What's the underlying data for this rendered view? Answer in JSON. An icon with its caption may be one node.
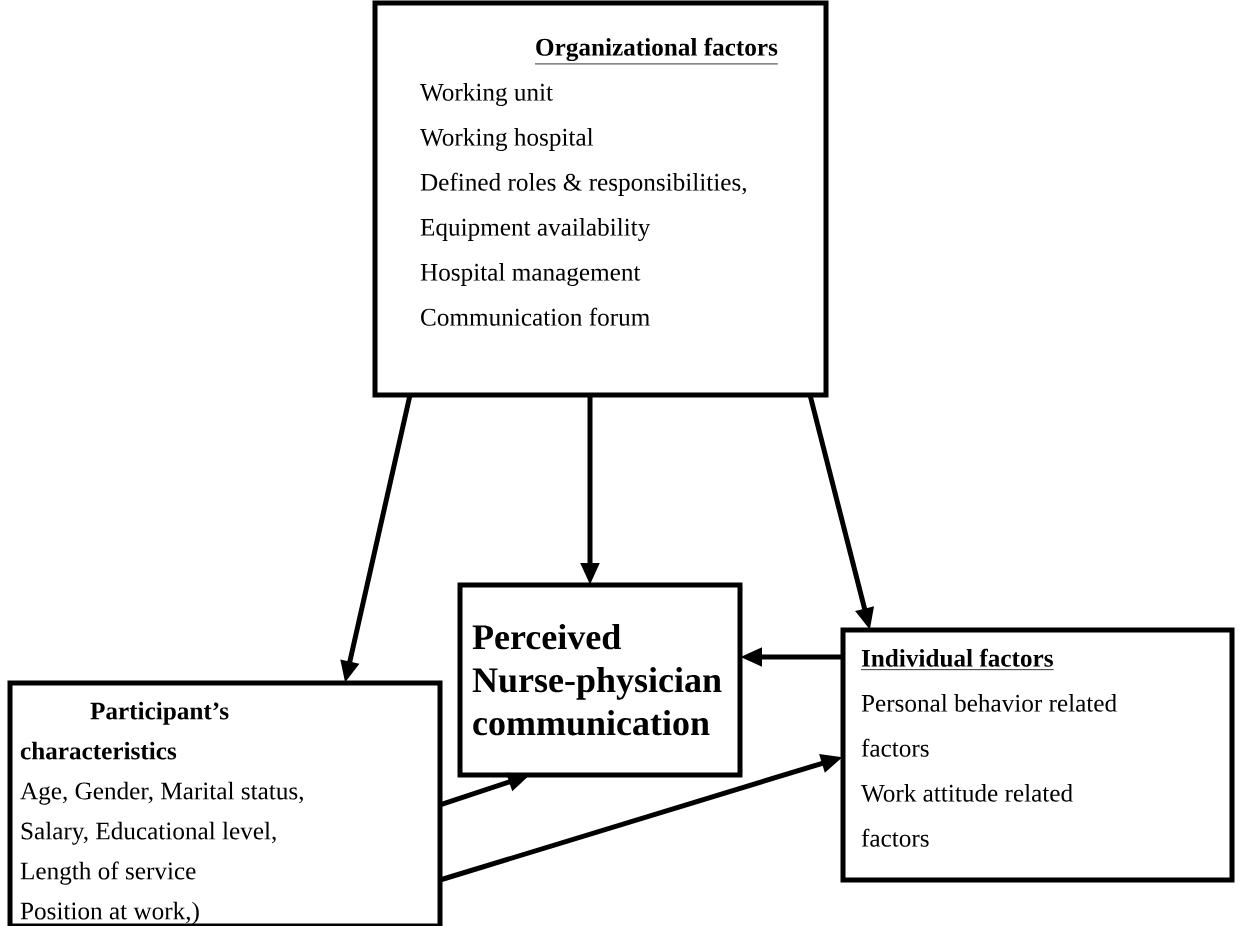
{
  "diagram": {
    "nodes": [
      {
        "text": [
          "Organizational factors",
          "Working unit",
          "Working hospital",
          "Defined roles & responsibilities,",
          "Equipment availability",
          "Hospital management",
          "Communication forum"
        ]
      },
      {
        "text": [
          "Perceived Nurse-physician communication"
        ]
      },
      {
        "text": [
          "Individual factors",
          "Personal behavior related factors",
          "Work attitude related factors"
        ]
      },
      {
        "text": [
          "Participant’s characteristics",
          "Age, Gender, Marital status,",
          "Salary, Educational level,",
          "Length of service",
          "Position at work,)"
        ]
      }
    ],
    "edges": [
      {
        "from": 0,
        "to": 3,
        "arrow": "to"
      },
      {
        "from": 0,
        "to": 1,
        "arrow": "to"
      },
      {
        "from": 0,
        "to": 2,
        "arrow": "to"
      },
      {
        "from": 2,
        "to": 1,
        "arrow": "to"
      },
      {
        "from": 3,
        "to": 1,
        "arrow": "to"
      },
      {
        "from": 3,
        "to": 2,
        "arrow": "to"
      }
    ]
  }
}
